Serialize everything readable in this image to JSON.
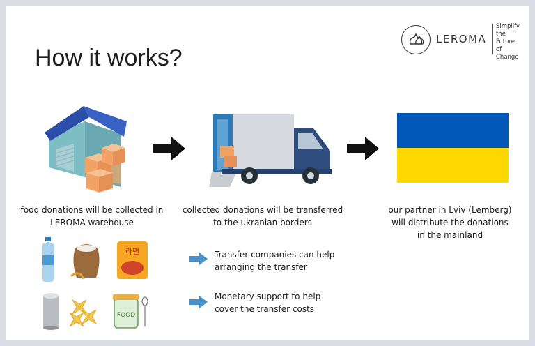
{
  "brand": {
    "name": "LEROMA",
    "tagline": [
      "Simplify",
      "the Future",
      "of Change"
    ]
  },
  "title": "How it works?",
  "steps": [
    {
      "caption": [
        "food donations will be collected in",
        "LEROMA warehouse"
      ],
      "icon": "warehouse-icon"
    },
    {
      "caption": [
        "collected donations will be transferred",
        "to the ukranian borders"
      ],
      "icon": "delivery-truck-icon"
    },
    {
      "caption": [
        "our partner in Lviv (Lemberg)",
        "will distribute the donations",
        "in the mainland"
      ],
      "icon": "ukraine-flag-icon"
    }
  ],
  "notes": [
    [
      "Transfer companies can help",
      "arranging the transfer"
    ],
    [
      "Monetary support to help",
      "cover the transfer costs"
    ]
  ],
  "food_labels": {
    "noodles": "라면",
    "jar": "FOOD"
  },
  "colors": {
    "flag_blue": "#0057b7",
    "flag_yellow": "#ffd700",
    "arrow_blue": "#4a90c8",
    "warehouse_roof": "#2b4fa8",
    "truck_blue": "#2f4d7f"
  }
}
